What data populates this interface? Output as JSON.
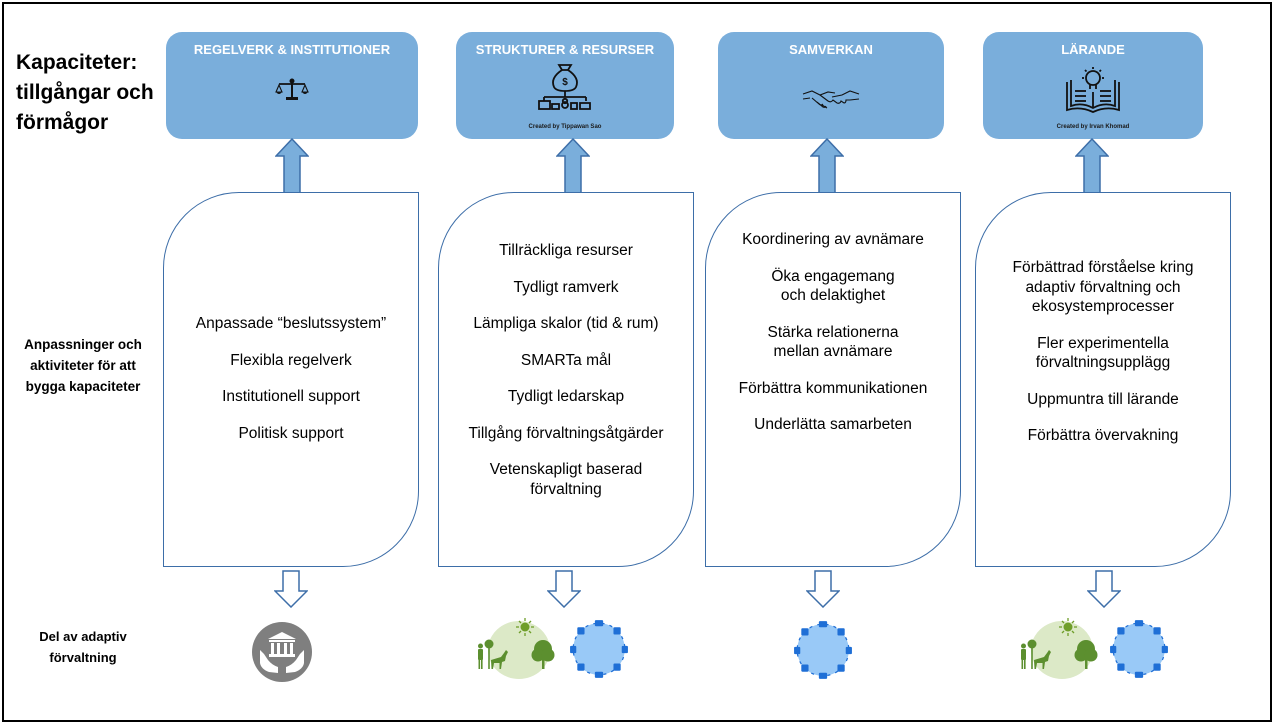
{
  "labels": {
    "top": [
      "Kapaciteter:",
      "tillgångar och",
      "förmågor"
    ],
    "mid": [
      "Anpassninger och",
      "aktiviteter för att",
      "bygga kapaciteter"
    ],
    "bottom": [
      "Del av adaptiv",
      "förvaltning"
    ]
  },
  "columns": [
    {
      "title": "REGELVERK & INSTITUTIONER",
      "icon": "scales-of-justice-icon",
      "credit": "",
      "items": [
        [
          "Anpassade “beslutssystem”"
        ],
        [
          "Flexibla regelverk"
        ],
        [
          "Institutionell support"
        ],
        [
          "Politisk support"
        ]
      ],
      "bottom_icons": [
        "institution-hands-icon"
      ]
    },
    {
      "title": "STRUKTURER & RESURSER",
      "icon": "money-bag-network-icon",
      "credit": "Created by Tippawan Sao",
      "items": [
        [
          "Tillräckliga resurser"
        ],
        [
          "Tydligt ramverk"
        ],
        [
          "Lämpliga skalor (tid & rum)"
        ],
        [
          "SMARTa mål"
        ],
        [
          "Tydligt ledarskap"
        ],
        [
          "Tillgång förvaltningsåtgärder"
        ],
        [
          "Vetenskapligt baserad",
          "förvaltning"
        ]
      ],
      "bottom_icons": [
        "ecosystem-icon",
        "cycle-icon"
      ]
    },
    {
      "title": "SAMVERKAN",
      "icon": "handshake-icon",
      "credit": "",
      "items": [
        [
          "Koordinering av avnämare"
        ],
        [
          "Öka engagemang",
          "och delaktighet"
        ],
        [
          "Stärka relationerna",
          "mellan avnämare"
        ],
        [
          "Förbättra kommunikationen"
        ],
        [
          "Underlätta samarbeten"
        ]
      ],
      "bottom_icons": [
        "cycle-icon"
      ]
    },
    {
      "title": "LÄRANDE",
      "icon": "book-lightbulb-icon",
      "credit": "Created by Irvan Khomad",
      "items": [
        [
          "Förbättrad förståelse kring",
          "adaptiv förvaltning och",
          "ekosystemprocesser"
        ],
        [
          "Fler experimentella",
          "förvaltningsupplägg"
        ],
        [
          "Uppmuntra till lärande"
        ],
        [
          "Förbättra övervakning"
        ]
      ],
      "bottom_icons": [
        "ecosystem-icon",
        "cycle-icon"
      ]
    }
  ],
  "colors": {
    "box_fill": "#7aaedb",
    "card_border": "#3d6ea8",
    "cycle_fill": "#99c9f7",
    "cycle_nodes": "#1f6fd6",
    "institution_icon": "#7f7f7f",
    "ecosystem_green": "#5c8f2f",
    "sun": "#6f9e2a"
  }
}
